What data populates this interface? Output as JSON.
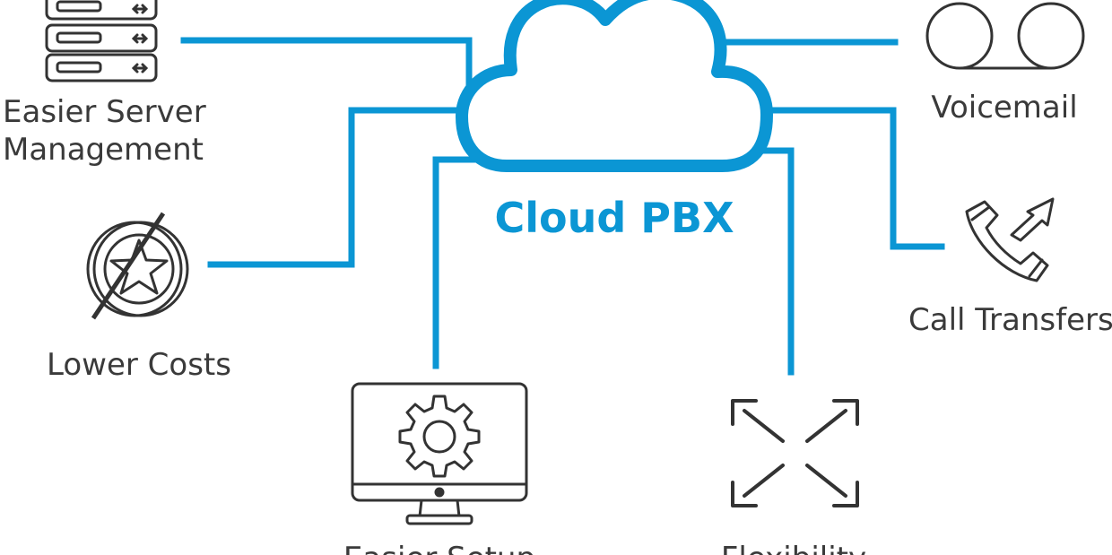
{
  "diagram": {
    "title": "Cloud PBX",
    "nodes": [
      {
        "id": "server",
        "label_line1": "Easier Server",
        "label_line2": "Management",
        "icon": "server-stack-icon"
      },
      {
        "id": "costs",
        "label": "Lower Costs",
        "icon": "crossed-out-coin-icon"
      },
      {
        "id": "setup",
        "label": "Easier Setup",
        "icon": "monitor-gear-icon"
      },
      {
        "id": "flex",
        "label": "Flexibility",
        "icon": "expand-arrows-icon"
      },
      {
        "id": "voicemail",
        "label": "Voicemail",
        "icon": "voicemail-icon"
      },
      {
        "id": "transfers",
        "label": "Call Transfers",
        "icon": "phone-transfer-icon"
      }
    ],
    "colors": {
      "accent": "#0b96d4",
      "icon_stroke": "#333333",
      "text": "#3a3a3a"
    }
  }
}
